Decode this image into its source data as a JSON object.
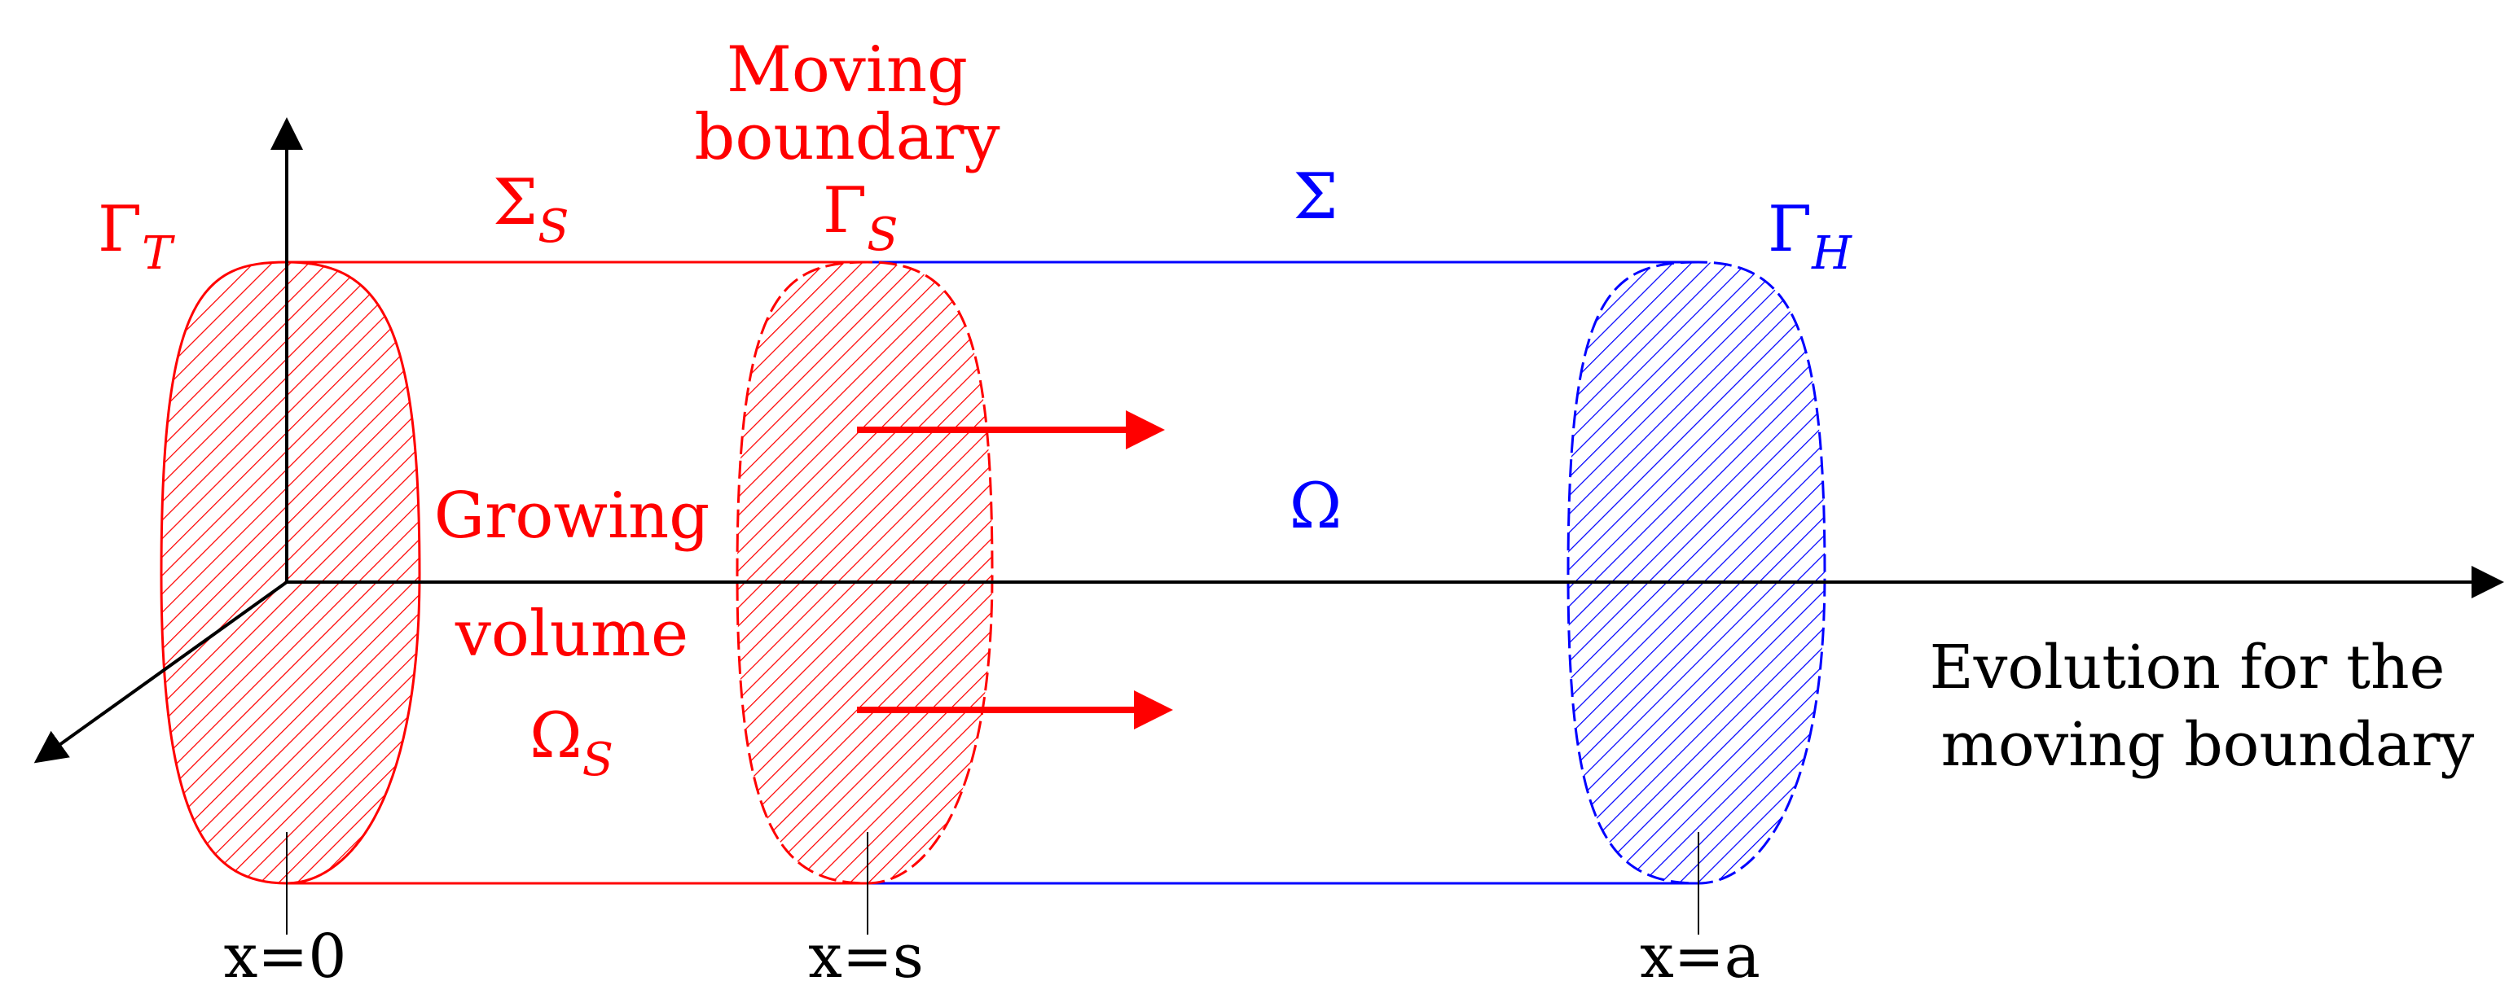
{
  "colors": {
    "solid_region": "#ff0000",
    "liquid_region": "#0000ff",
    "axes": "#000000",
    "arrows": "#ff0000"
  },
  "labels": {
    "gamma_t": {
      "base": "Γ",
      "sub": "T"
    },
    "sigma_s": {
      "base": "Σ",
      "sub": "S"
    },
    "moving_boundary_title": [
      "Moving",
      "boundary"
    ],
    "gamma_s": {
      "base": "Γ",
      "sub": "S"
    },
    "sigma": "Σ",
    "gamma_h": {
      "base": "Γ",
      "sub": "H"
    },
    "growing_volume": [
      "Growing",
      "volume"
    ],
    "omega_s": {
      "base": "Ω",
      "sub": "S"
    },
    "omega": "Ω",
    "evolution": [
      "Evolution for the",
      "moving boundary"
    ],
    "x0": "x=0",
    "xs": "x=s",
    "xa": "x=a"
  }
}
